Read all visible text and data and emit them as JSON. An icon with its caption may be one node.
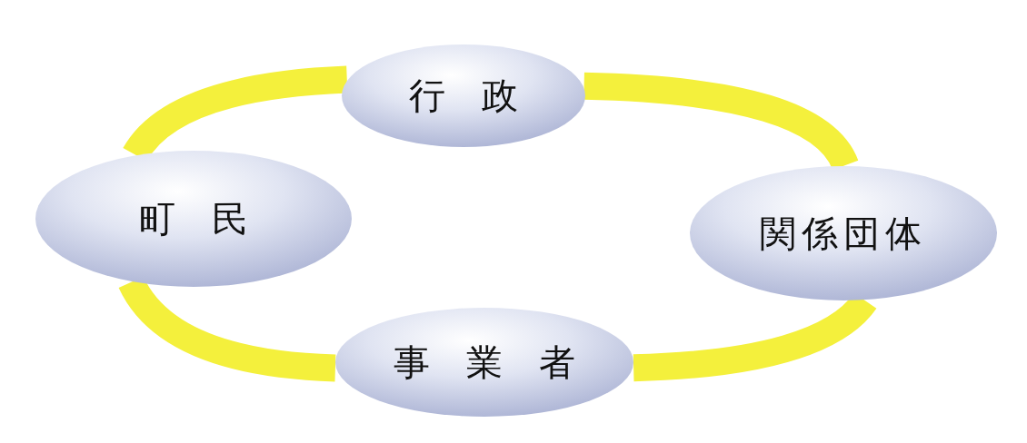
{
  "diagram": {
    "nodes": [
      {
        "text": [
          "行　政"
        ]
      },
      {
        "text": [
          "町　民"
        ]
      },
      {
        "text": [
          "関係団体"
        ]
      },
      {
        "text": [
          "事　業　者"
        ]
      }
    ],
    "edges": [
      {
        "from": 0,
        "to": 2,
        "arrow": "none"
      },
      {
        "from": 2,
        "to": 3,
        "arrow": "none"
      },
      {
        "from": 3,
        "to": 1,
        "arrow": "none"
      },
      {
        "from": 1,
        "to": 0,
        "arrow": "none"
      }
    ]
  }
}
